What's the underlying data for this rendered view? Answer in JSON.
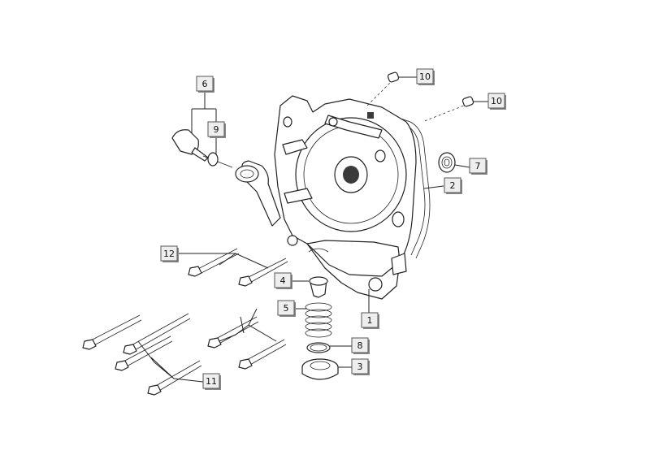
{
  "callouts": [
    {
      "id": "1",
      "text": "1"
    },
    {
      "id": "2",
      "text": "2"
    },
    {
      "id": "3",
      "text": "3"
    },
    {
      "id": "4",
      "text": "4"
    },
    {
      "id": "5",
      "text": "5"
    },
    {
      "id": "6",
      "text": "6"
    },
    {
      "id": "7",
      "text": "7"
    },
    {
      "id": "8",
      "text": "8"
    },
    {
      "id": "9",
      "text": "9"
    },
    {
      "id": "10a",
      "text": "10"
    },
    {
      "id": "10b",
      "text": "10"
    },
    {
      "id": "11",
      "text": "11"
    },
    {
      "id": "12",
      "text": "12"
    }
  ]
}
